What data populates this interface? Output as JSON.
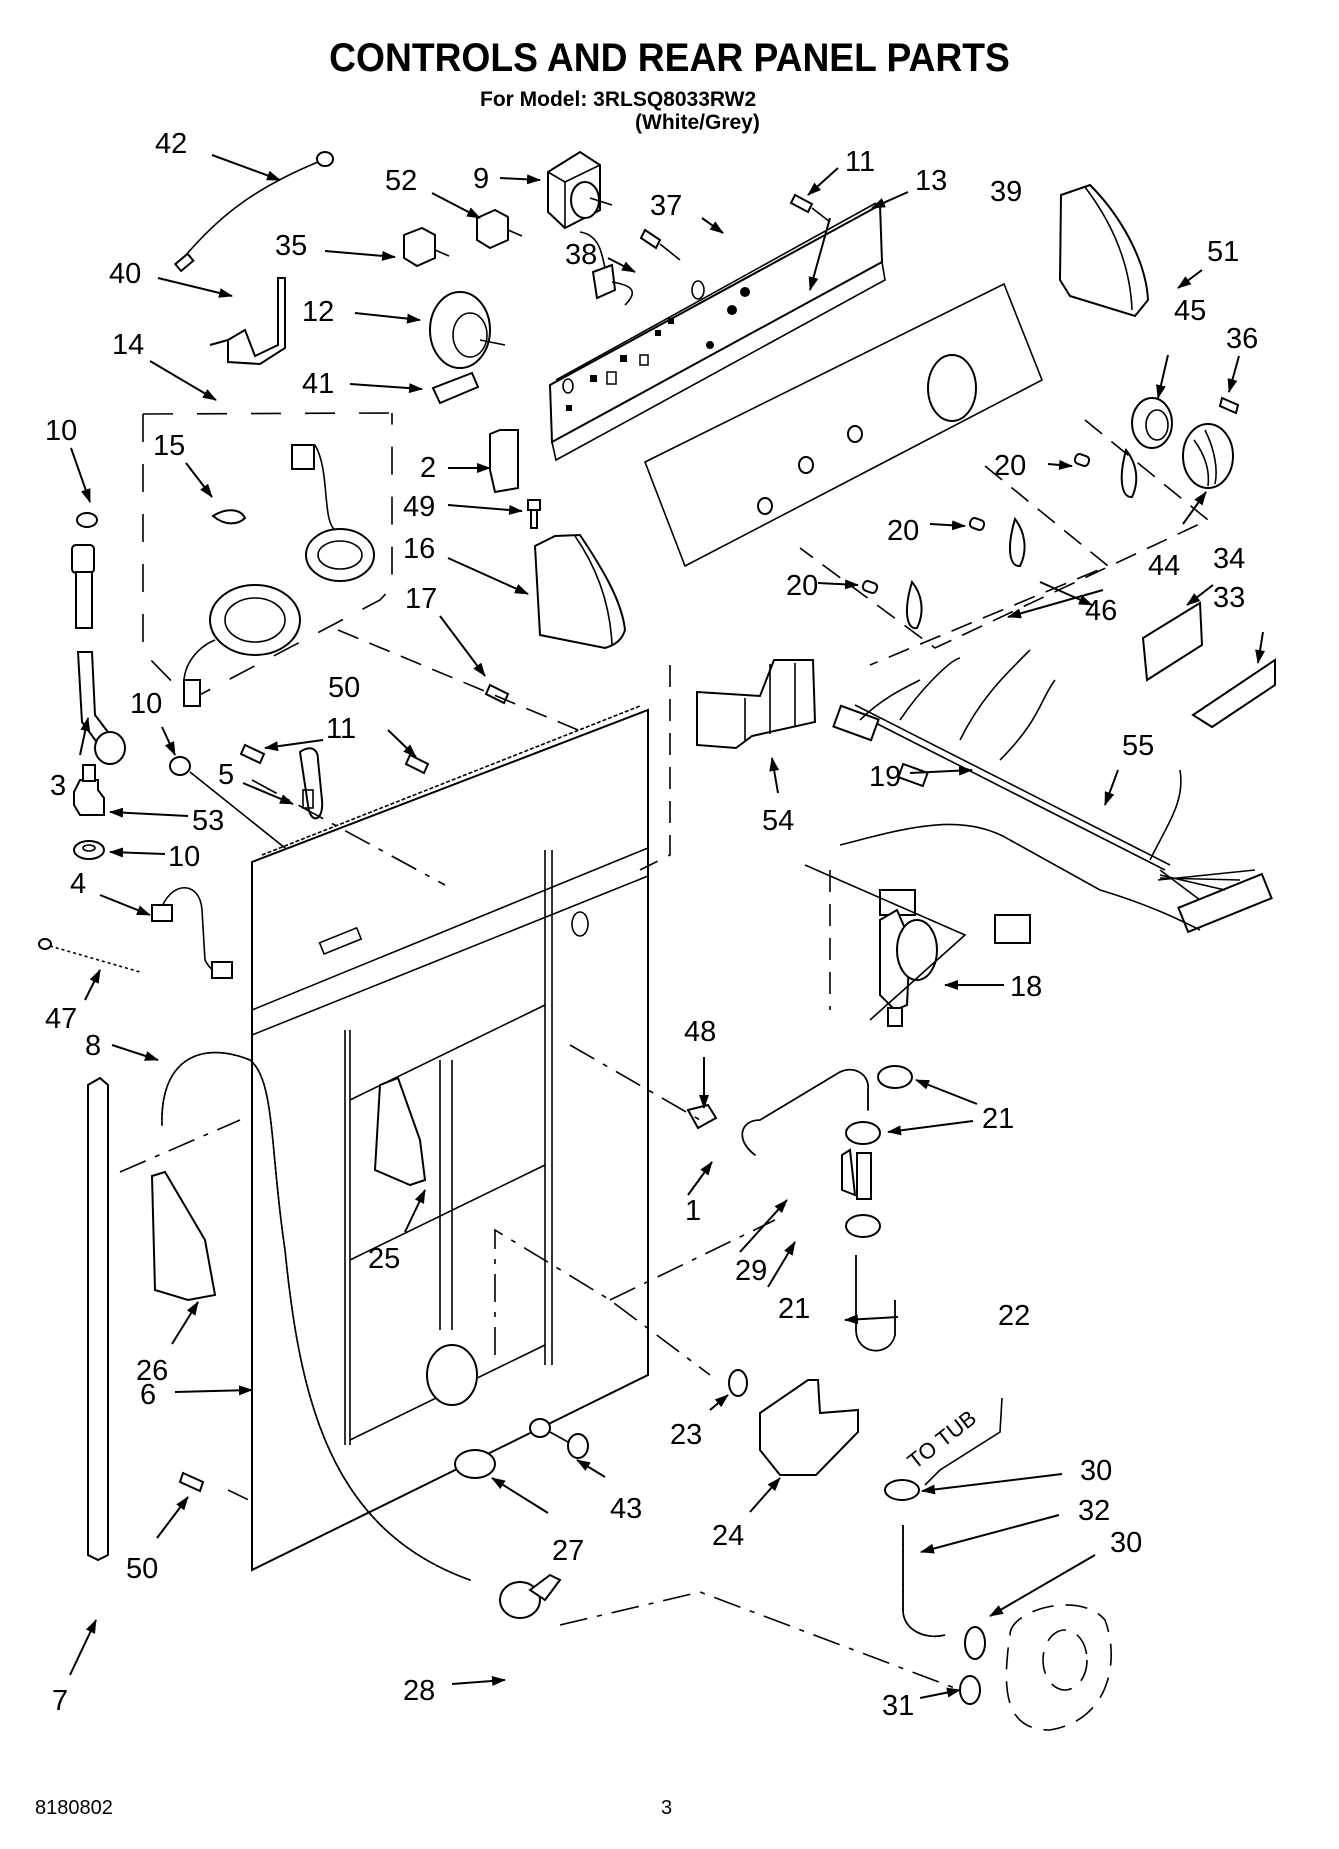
{
  "header": {
    "title": "CONTROLS AND REAR PANEL PARTS",
    "model_line": "For Model: 3RLSQ8033RW2",
    "color_line": "(White/Grey)"
  },
  "footer": {
    "document_number": "8180802",
    "page_number": "3"
  },
  "diagram": {
    "note_to_tub": "TO TUB",
    "callouts": [
      {
        "id": "42",
        "label": "42"
      },
      {
        "id": "52",
        "label": "52"
      },
      {
        "id": "9",
        "label": "9"
      },
      {
        "id": "11a",
        "label": "11"
      },
      {
        "id": "13",
        "label": "13"
      },
      {
        "id": "39",
        "label": "39"
      },
      {
        "id": "51",
        "label": "51"
      },
      {
        "id": "35",
        "label": "35"
      },
      {
        "id": "37",
        "label": "37"
      },
      {
        "id": "38",
        "label": "38"
      },
      {
        "id": "40",
        "label": "40"
      },
      {
        "id": "12",
        "label": "12"
      },
      {
        "id": "45",
        "label": "45"
      },
      {
        "id": "36",
        "label": "36"
      },
      {
        "id": "14",
        "label": "14"
      },
      {
        "id": "41",
        "label": "41"
      },
      {
        "id": "10a",
        "label": "10"
      },
      {
        "id": "15",
        "label": "15"
      },
      {
        "id": "2",
        "label": "2"
      },
      {
        "id": "20a",
        "label": "20"
      },
      {
        "id": "49",
        "label": "49"
      },
      {
        "id": "20b",
        "label": "20"
      },
      {
        "id": "16",
        "label": "16"
      },
      {
        "id": "44",
        "label": "44"
      },
      {
        "id": "20c",
        "label": "20"
      },
      {
        "id": "46",
        "label": "46"
      },
      {
        "id": "17",
        "label": "17"
      },
      {
        "id": "34",
        "label": "34"
      },
      {
        "id": "33",
        "label": "33"
      },
      {
        "id": "50a",
        "label": "50"
      },
      {
        "id": "10b",
        "label": "10"
      },
      {
        "id": "11b",
        "label": "11"
      },
      {
        "id": "3",
        "label": "3"
      },
      {
        "id": "5",
        "label": "5"
      },
      {
        "id": "55",
        "label": "55"
      },
      {
        "id": "19",
        "label": "19"
      },
      {
        "id": "54",
        "label": "54"
      },
      {
        "id": "53",
        "label": "53"
      },
      {
        "id": "10c",
        "label": "10"
      },
      {
        "id": "4",
        "label": "4"
      },
      {
        "id": "18",
        "label": "18"
      },
      {
        "id": "47",
        "label": "47"
      },
      {
        "id": "8",
        "label": "8"
      },
      {
        "id": "48",
        "label": "48"
      },
      {
        "id": "21a",
        "label": "21"
      },
      {
        "id": "1",
        "label": "1"
      },
      {
        "id": "29",
        "label": "29"
      },
      {
        "id": "21b",
        "label": "21"
      },
      {
        "id": "25",
        "label": "25"
      },
      {
        "id": "22",
        "label": "22"
      },
      {
        "id": "26",
        "label": "26"
      },
      {
        "id": "23",
        "label": "23"
      },
      {
        "id": "6",
        "label": "6"
      },
      {
        "id": "30a",
        "label": "30"
      },
      {
        "id": "32",
        "label": "32"
      },
      {
        "id": "24",
        "label": "24"
      },
      {
        "id": "30b",
        "label": "30"
      },
      {
        "id": "43",
        "label": "43"
      },
      {
        "id": "50b",
        "label": "50"
      },
      {
        "id": "27",
        "label": "27"
      },
      {
        "id": "7",
        "label": "7"
      },
      {
        "id": "31",
        "label": "31"
      },
      {
        "id": "28",
        "label": "28"
      }
    ]
  }
}
